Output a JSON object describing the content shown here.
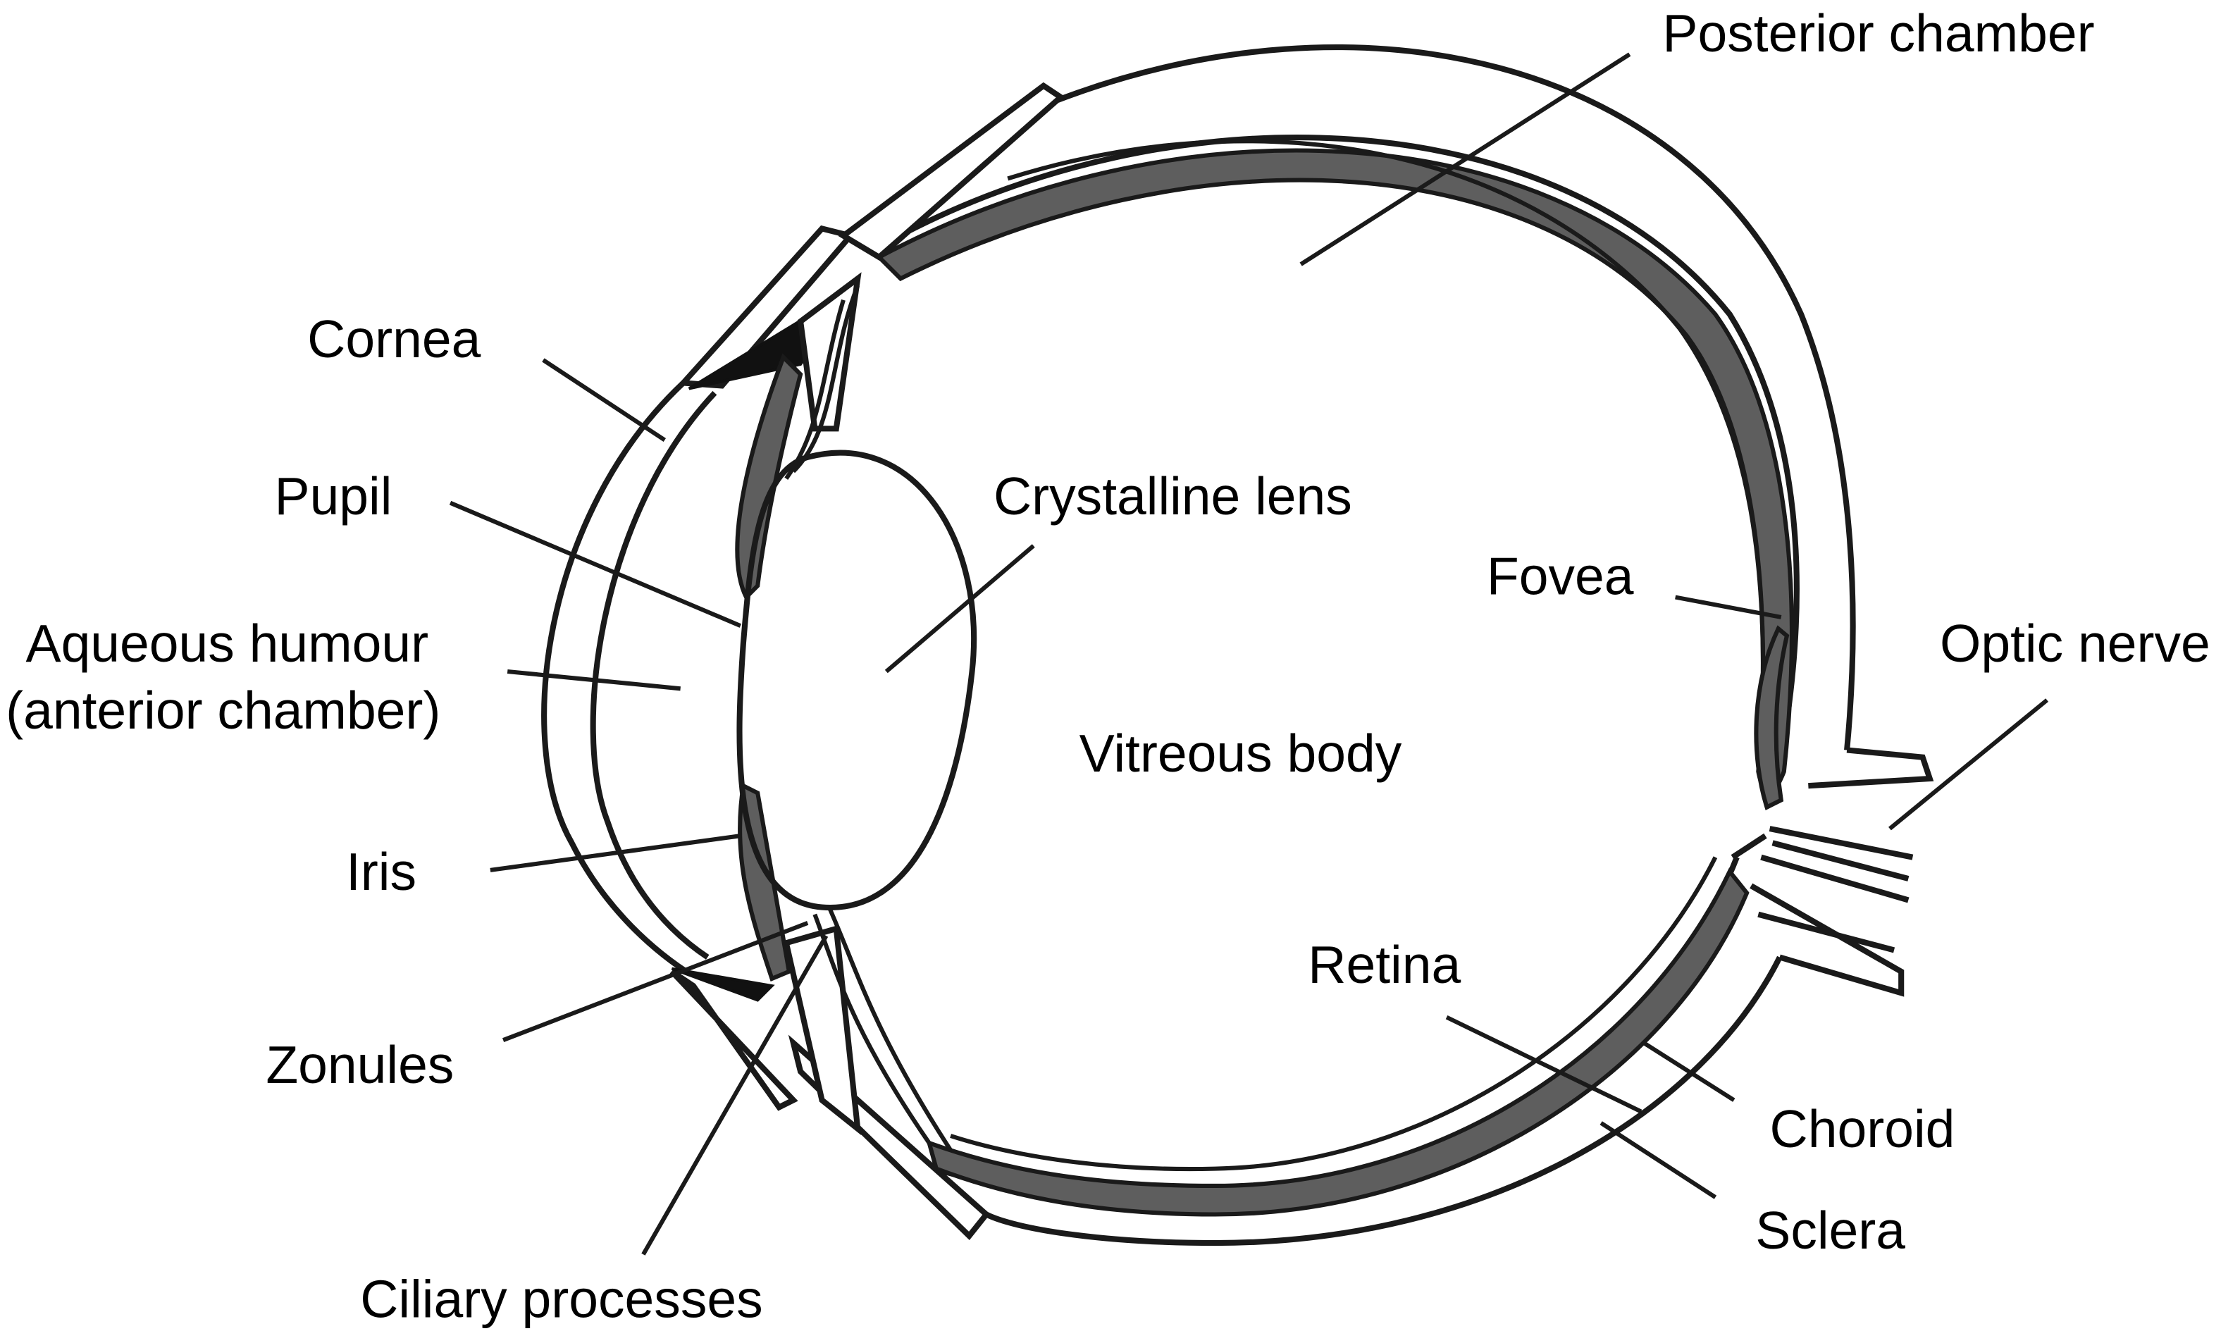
{
  "diagram": {
    "labels": {
      "posterior_chamber": "Posterior chamber",
      "cornea": "Cornea",
      "pupil": "Pupil",
      "crystalline_lens": "Crystalline lens",
      "fovea": "Fovea",
      "optic_nerve": "Optic nerve",
      "aqueous_line1": "Aqueous humour",
      "aqueous_line2": "(anterior chamber)",
      "vitreous_body": "Vitreous body",
      "iris": "Iris",
      "retina": "Retina",
      "zonules": "Zonules",
      "choroid": "Choroid",
      "sclera": "Sclera",
      "ciliary_processes": "Ciliary processes"
    },
    "colors": {
      "line": "#1a1a1a",
      "choroid_fill": "#5e5e5e",
      "background": "#ffffff"
    }
  }
}
